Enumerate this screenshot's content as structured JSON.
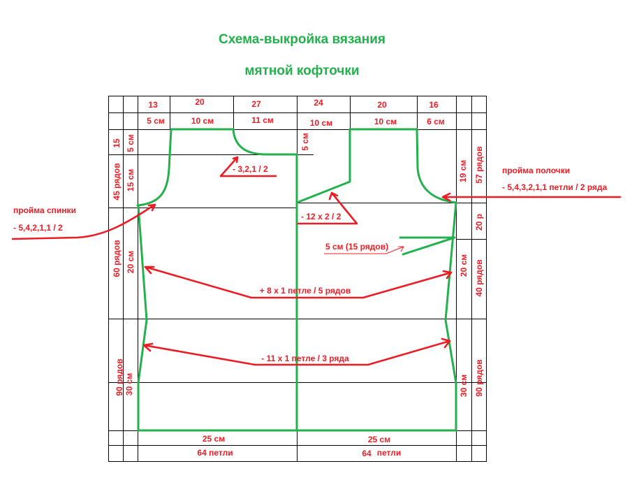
{
  "title": {
    "line1": "Схема-выкройка вязания",
    "line2": "мятной кофточки"
  },
  "top_row_counts": [
    "13",
    "20",
    "27",
    "24",
    "20",
    "16"
  ],
  "top_row_cm": [
    "5 см",
    "10 см",
    "11 см",
    "10 см",
    "10 см",
    "6 см"
  ],
  "left_vertical": {
    "rows": [
      "15",
      "45 рядов",
      "60 рядов",
      "90 рядов"
    ],
    "cm": [
      "5 см",
      "15 см",
      "20 см",
      "30 см"
    ]
  },
  "right_vertical": {
    "rows": [
      "57 рядов",
      "20 р",
      "40 рядов",
      "90 рядов"
    ],
    "cm": [
      "19 см",
      "20 см",
      "30 см"
    ]
  },
  "center_neck_cm": "5 см",
  "annotations": {
    "back_neck": "- 3,2,1 / 2",
    "back_armhole_title": "пройма спинки",
    "back_armhole_values": "- 5,4,2,1,1 / 2",
    "front_armhole_title": "пройма полочки",
    "front_armhole_values": "- 5,4,3,2,1,1 петли / 2 ряда",
    "front_neck": "- 12 х 2 / 2",
    "dart": "5 см (15 рядов)",
    "increase": "+ 8 х 1 петле / 5 рядов",
    "decrease": "- 11 х 1 петле / 3 ряда"
  },
  "bottom": {
    "width_left": "25 см",
    "width_right": "25 см",
    "stitches_left": "64 петли",
    "stitches_right_num": "64",
    "stitches_right_word": "петли"
  },
  "colors": {
    "pattern_line": "#22b14c",
    "annotation": "#ed1c24",
    "grid": "#000000"
  }
}
